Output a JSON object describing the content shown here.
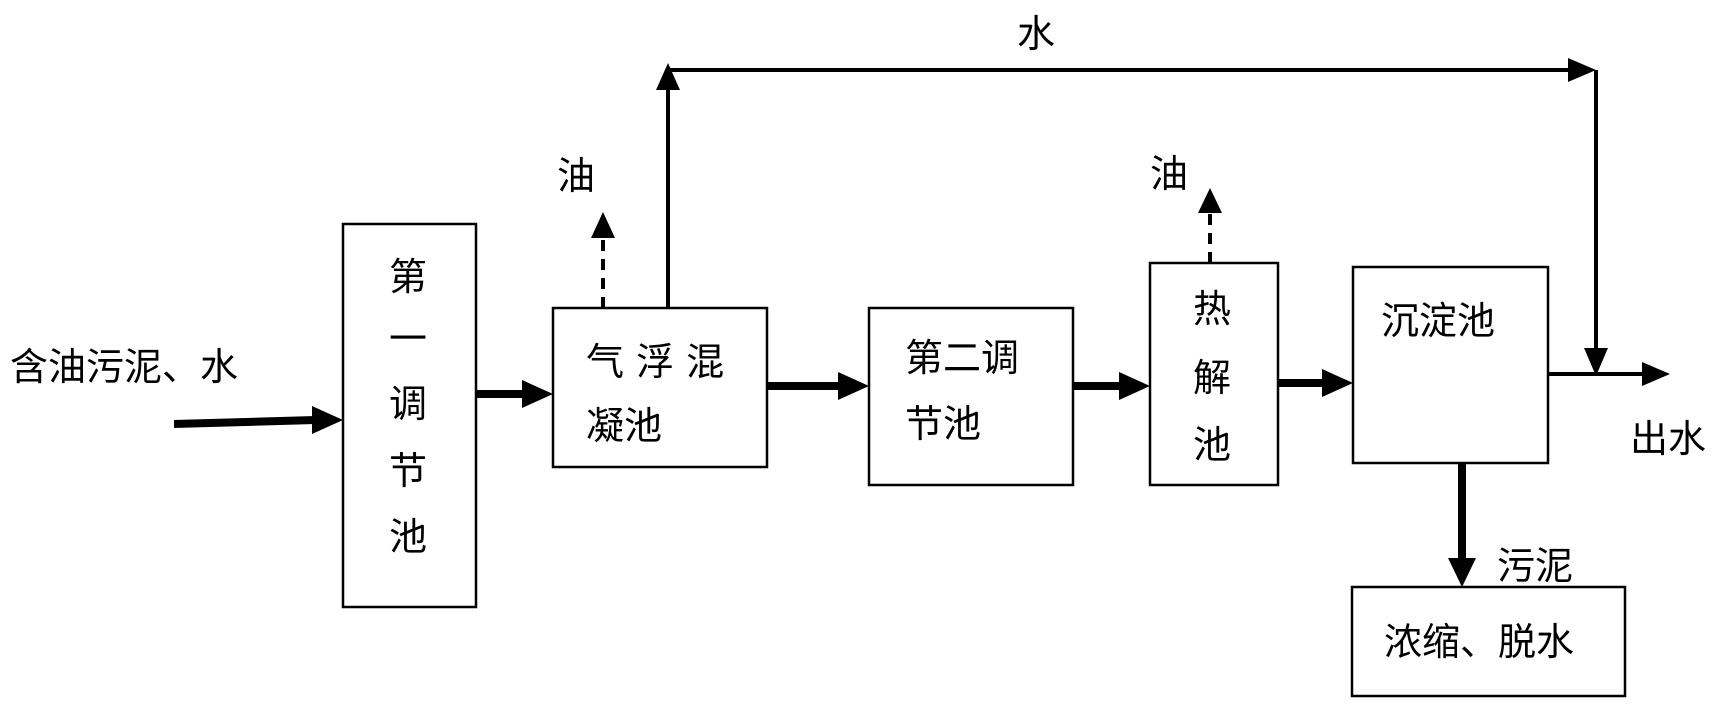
{
  "inputs": {
    "feed": "含油污泥、水"
  },
  "boxes": {
    "first_adjust": [
      "第",
      "一",
      "调",
      "节",
      "池"
    ],
    "flotation_line1": "气 浮 混",
    "flotation_line2": "凝池",
    "second_adjust_line1": "第二调",
    "second_adjust_line2": "节池",
    "pyrolysis": [
      "热",
      "解",
      "池"
    ],
    "sedimentation": "沉淀池",
    "dewatering": "浓缩、脱水"
  },
  "outputs": {
    "water_bypass": "水",
    "oil_flotation": "油",
    "oil_pyrolysis": "油",
    "effluent": "出水",
    "sludge": "污泥"
  }
}
